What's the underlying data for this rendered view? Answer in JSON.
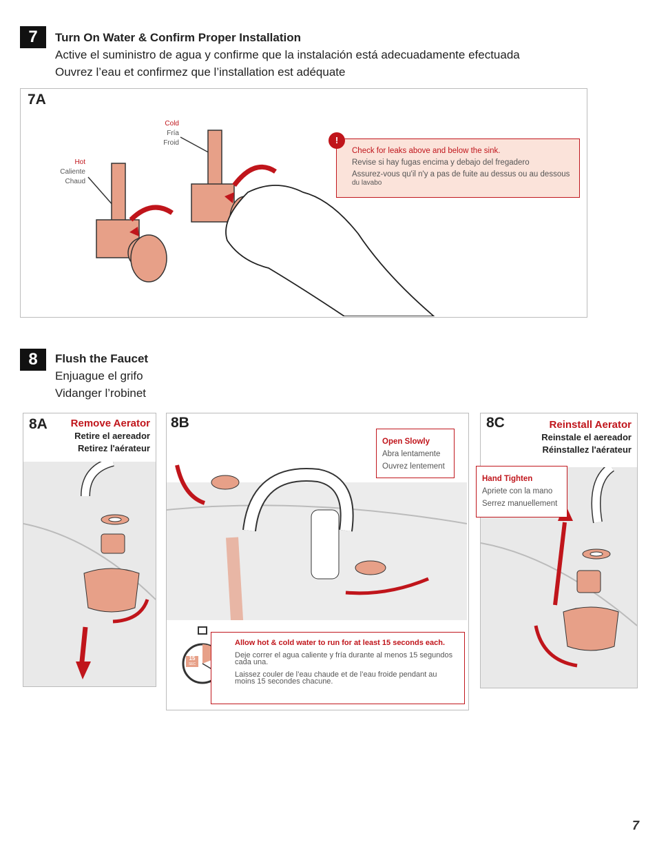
{
  "step7": {
    "number": "7",
    "title_en": "Turn On Water & Confirm Proper Installation",
    "title_es": "Active el suministro de agua y confirme que la instalación está adecuadamente efectuada",
    "title_fr": "Ouvrez l’eau et confirmez que l’installation est adéquate",
    "panel": {
      "label": "7A",
      "cold_en": "Cold",
      "cold_es": "Fría",
      "cold_fr": "Froid",
      "hot_en": "Hot",
      "hot_es": "Caliente",
      "hot_fr": "Chaud",
      "warning_icon": "exclamation-icon",
      "warning_symbol": "!",
      "warning_en": "Check for leaks above and below the sink.",
      "warning_es": "Revise si hay fugas encima y debajo del fregadero",
      "warning_fr_main": "Assurez-vous qu'il n'y a pas de fuite au dessus ou au dessous",
      "warning_fr_tail": "du lavabo"
    }
  },
  "step8": {
    "number": "8",
    "title_en": "Flush the Faucet",
    "title_es": "Enjuague el grifo",
    "title_fr": "Vidanger l’robinet",
    "panelA": {
      "label": "8A",
      "title_en": "Remove Aerator",
      "title_es": "Retire el aereador",
      "title_fr": "Retirez l'aérateur"
    },
    "panelB": {
      "label": "8B",
      "open_en": "Open Slowly",
      "open_es": "Abra lentamente",
      "open_fr": "Ouvrez lentement",
      "timer_value": "15",
      "timer_unit": "SEC",
      "flush_en": "Allow hot & cold water to run for at least 15 seconds each.",
      "flush_es": "Deje correr el agua caliente y fría durante al menos 15 segundos cada una.",
      "flush_fr": "Laissez couler de l’eau chaude et de l’eau froide pendant au moins 15 secondes chacune."
    },
    "panelC": {
      "label": "8C",
      "title_en": "Reinstall Aerator",
      "title_es": "Reinstale el aereador",
      "title_fr": "Réinstallez l'aérateur",
      "tighten_en": "Hand Tighten",
      "tighten_es": "Apriete con la mano",
      "tighten_fr": "Serrez manuellement"
    }
  },
  "page_number": "7",
  "colors": {
    "accent": "#c0151b",
    "copper": "#e7a088"
  }
}
